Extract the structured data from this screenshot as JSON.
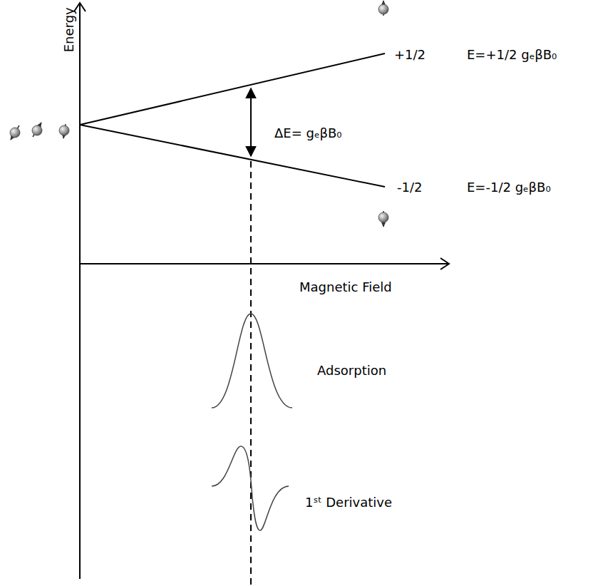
{
  "diagram": {
    "labels": [
      "Energy",
      "+1/2",
      "E=+1/2 gₑβB₀",
      "ΔE= gₑβB₀",
      "-1/2",
      "E=-1/2 gₑβB₀",
      "Magnetic Field",
      "Adsorption",
      "1ˢᵗ Derivative"
    ]
  }
}
